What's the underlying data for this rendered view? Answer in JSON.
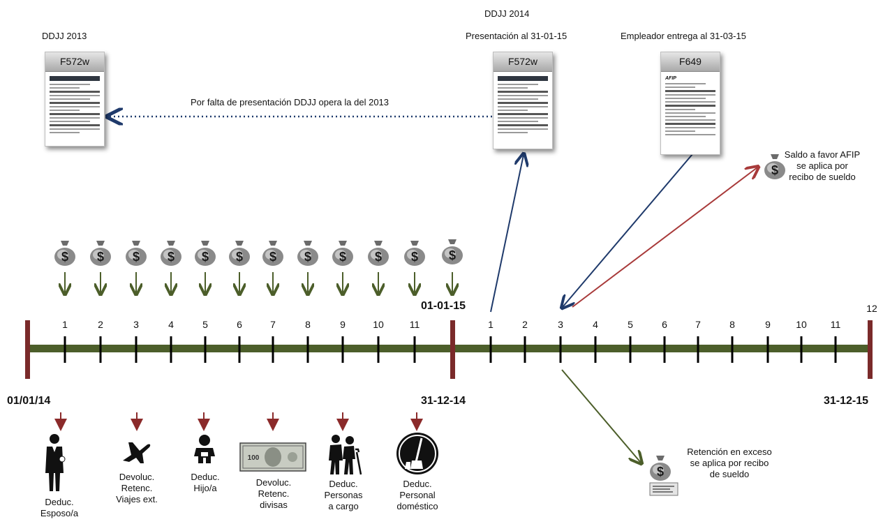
{
  "ddjj_2013": {
    "title": "DDJJ 2013",
    "form": "F572w"
  },
  "ddjj_2014": {
    "title": "DDJJ 2014",
    "subtitle": "Presentación al 31-01-15",
    "form": "F572w"
  },
  "f649": {
    "title": "Empleador entrega al 31-03-15",
    "form": "F649",
    "logo": "AFIP"
  },
  "dotted_note": "Por falta de presentación DDJJ opera la del 2013",
  "saldo_note": [
    "Saldo a favor AFIP",
    "se aplica por",
    "recibo de sueldo"
  ],
  "retencion_note": [
    "Retención en exceso",
    "se aplica por recibo",
    "de sueldo"
  ],
  "dates": {
    "start": "01/01/14",
    "mid_top": "01-01-15",
    "mid_bottom": "31-12-14",
    "end": "31-12-15"
  },
  "ticks_2014": [
    "1",
    "2",
    "3",
    "4",
    "5",
    "6",
    "7",
    "8",
    "9",
    "10",
    "11"
  ],
  "ticks_2015": [
    "1",
    "2",
    "3",
    "4",
    "5",
    "6",
    "7",
    "8",
    "9",
    "10",
    "11",
    "12"
  ],
  "money_symbol": "$",
  "items": [
    {
      "icon": "groom-icon",
      "lines": [
        "Deduc.",
        "Esposo/a"
      ]
    },
    {
      "icon": "airplane-icon",
      "lines": [
        "Devoluc.",
        "Retenc.",
        "Viajes ext."
      ]
    },
    {
      "icon": "baby-icon",
      "lines": [
        "Deduc.",
        "Hijo/a"
      ]
    },
    {
      "icon": "banknote-icon",
      "lines": [
        "Devoluc.",
        "Retenc.",
        "divisas"
      ]
    },
    {
      "icon": "elderly-couple-icon",
      "lines": [
        "Deduc.",
        "Personas",
        "a cargo"
      ]
    },
    {
      "icon": "broom-bucket-icon",
      "lines": [
        "Deduc.",
        "Personal",
        "doméstico"
      ]
    }
  ],
  "banknote_value": "100",
  "colors": {
    "timeline": "#4c5e2a",
    "terminal": "#7a2a2a",
    "tick": "#000000",
    "blue_arrow": "#1f3a6b",
    "red_arrow": "#a83a3a",
    "green_arrow": "#4c5e2a",
    "item_arrow": "#8b2a2a"
  }
}
